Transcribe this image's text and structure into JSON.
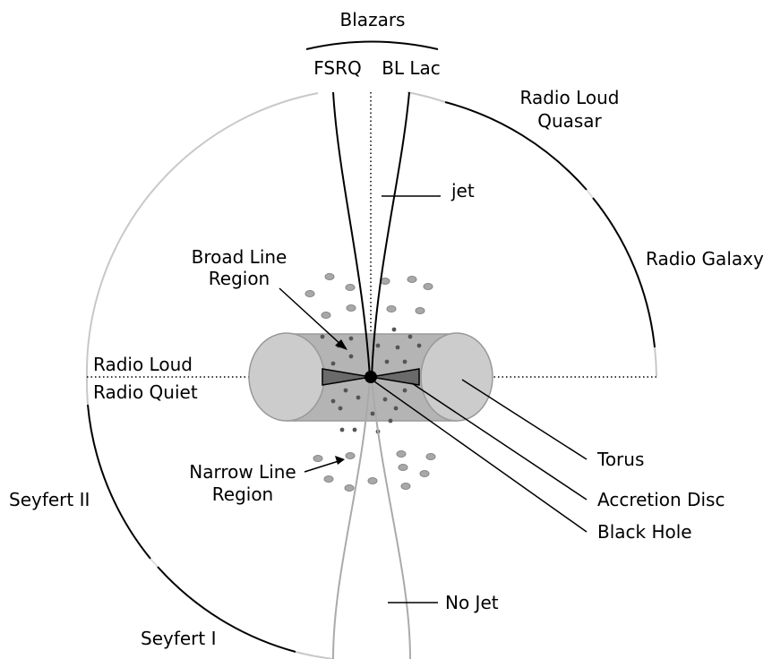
{
  "labels": {
    "blazars": "Blazars",
    "fsrq": "FSRQ",
    "bl_lac": "BL Lac",
    "radio_loud_quasar_line1": "Radio Loud",
    "radio_loud_quasar_line2": "Quasar",
    "jet": "jet",
    "radio_galaxy": "Radio Galaxy",
    "broad_line_region_line1": "Broad Line",
    "broad_line_region_line2": "Region",
    "radio_loud": "Radio Loud",
    "radio_quiet": "Radio Quiet",
    "torus": "Torus",
    "narrow_line_region_line1": "Narrow Line",
    "narrow_line_region_line2": "Region",
    "accretion_disc": "Accretion Disc",
    "seyfert_2": "Seyfert II",
    "black_hole": "Black Hole",
    "no_jet": "No Jet",
    "seyfert_1": "Seyfert I"
  },
  "colors": {
    "ink": "#000000",
    "light_arc": "#c8c8c8",
    "torus_body": "#b4b4b4",
    "torus_end": "#cccccc",
    "torus_stroke": "#999999",
    "cloud_fill": "#a8a8a8",
    "cloud_stroke": "#888888",
    "disc_fill": "#6a6a6a",
    "dot": "#555555",
    "counterjet": "#aaaaaa"
  }
}
